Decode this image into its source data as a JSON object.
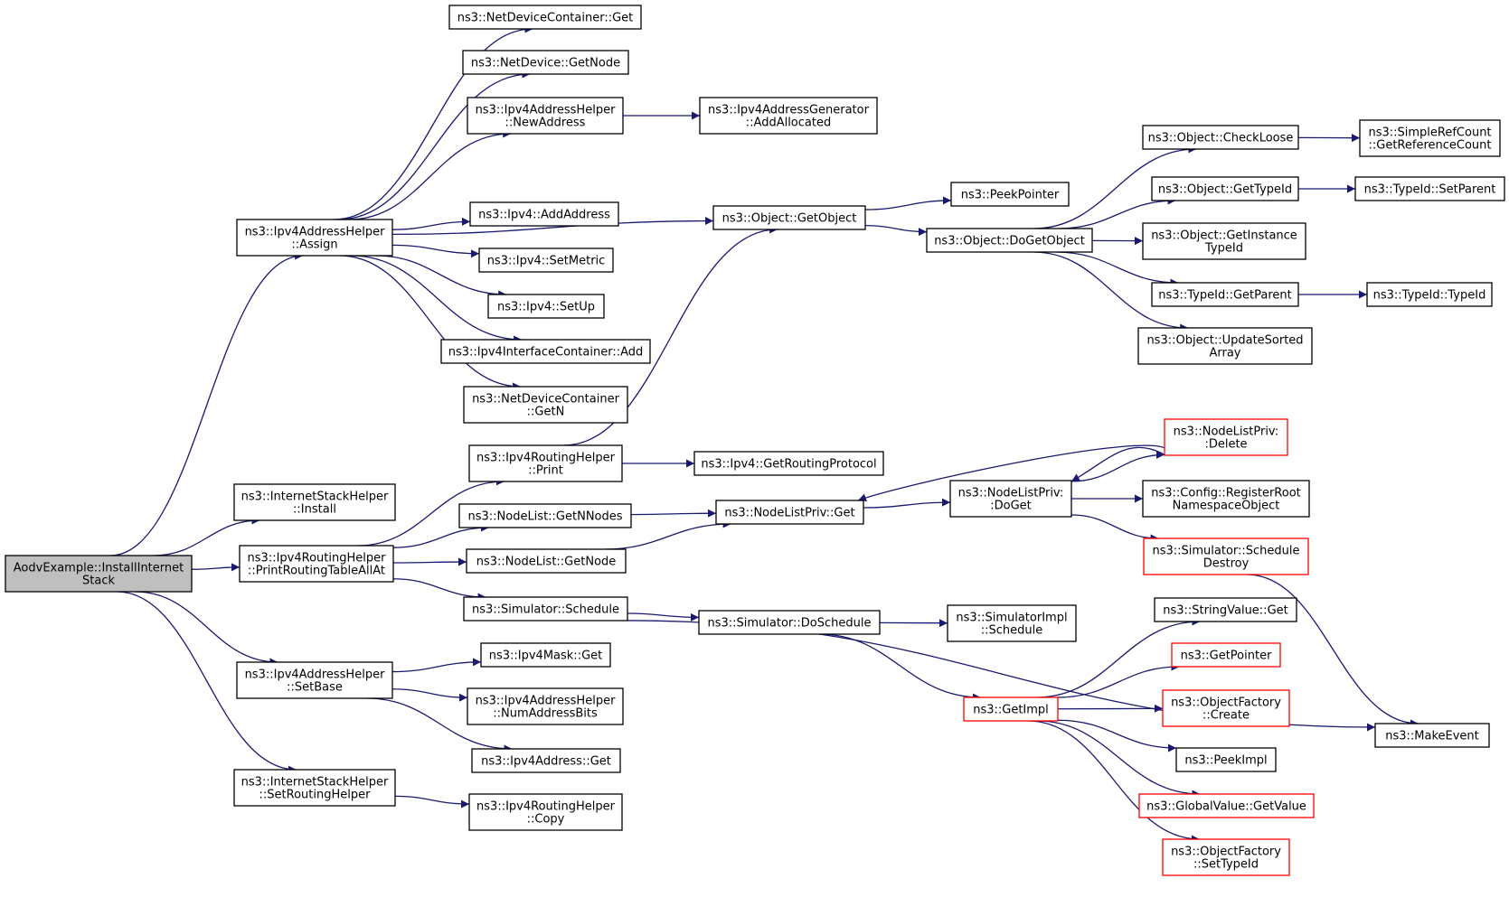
{
  "colors": {
    "edge": "#191970",
    "normal_border": "#000000",
    "highlight_border": "#ff0000",
    "root_fill": "#bfbfbf"
  },
  "nodes": [
    {
      "id": "root",
      "lines": [
        "AodvExample::InstallInternet",
        "Stack"
      ],
      "style": "root"
    },
    {
      "id": "iah_assign",
      "lines": [
        "ns3::Ipv4AddressHelper",
        "::Assign"
      ],
      "style": "normal"
    },
    {
      "id": "ish_install",
      "lines": [
        "ns3::InternetStackHelper",
        "::Install"
      ],
      "style": "normal"
    },
    {
      "id": "irh_prta",
      "lines": [
        "ns3::Ipv4RoutingHelper",
        "::PrintRoutingTableAllAt"
      ],
      "style": "normal"
    },
    {
      "id": "iah_setbase",
      "lines": [
        "ns3::Ipv4AddressHelper",
        "::SetBase"
      ],
      "style": "normal"
    },
    {
      "id": "ish_setrh",
      "lines": [
        "ns3::InternetStackHelper",
        "::SetRoutingHelper"
      ],
      "style": "normal"
    },
    {
      "id": "ndc_get",
      "lines": [
        "ns3::NetDeviceContainer::Get"
      ],
      "style": "normal"
    },
    {
      "id": "nd_getnode",
      "lines": [
        "ns3::NetDevice::GetNode"
      ],
      "style": "normal"
    },
    {
      "id": "iah_newaddr",
      "lines": [
        "ns3::Ipv4AddressHelper",
        "::NewAddress"
      ],
      "style": "normal"
    },
    {
      "id": "iag_addalloc",
      "lines": [
        "ns3::Ipv4AddressGenerator",
        "::AddAllocated"
      ],
      "style": "normal"
    },
    {
      "id": "ipv4_addaddr",
      "lines": [
        "ns3::Ipv4::AddAddress"
      ],
      "style": "normal"
    },
    {
      "id": "ipv4_setmetric",
      "lines": [
        "ns3::Ipv4::SetMetric"
      ],
      "style": "normal"
    },
    {
      "id": "ipv4_setup",
      "lines": [
        "ns3::Ipv4::SetUp"
      ],
      "style": "normal"
    },
    {
      "id": "iic_add",
      "lines": [
        "ns3::Ipv4InterfaceContainer::Add"
      ],
      "style": "normal"
    },
    {
      "id": "ndc_getn",
      "lines": [
        "ns3::NetDeviceContainer",
        "::GetN"
      ],
      "style": "normal"
    },
    {
      "id": "obj_getobject",
      "lines": [
        "ns3::Object::GetObject"
      ],
      "style": "normal"
    },
    {
      "id": "peekpointer",
      "lines": [
        "ns3::PeekPointer"
      ],
      "style": "normal"
    },
    {
      "id": "obj_dogetobject",
      "lines": [
        "ns3::Object::DoGetObject"
      ],
      "style": "normal"
    },
    {
      "id": "obj_checkloose",
      "lines": [
        "ns3::Object::CheckLoose"
      ],
      "style": "normal"
    },
    {
      "id": "src_getrefcount",
      "lines": [
        "ns3::SimpleRefCount",
        "::GetReferenceCount"
      ],
      "style": "normal"
    },
    {
      "id": "obj_gettypeid",
      "lines": [
        "ns3::Object::GetTypeId"
      ],
      "style": "normal"
    },
    {
      "id": "tid_setparent",
      "lines": [
        "ns3::TypeId::SetParent"
      ],
      "style": "normal"
    },
    {
      "id": "obj_getinsttypeid",
      "lines": [
        "ns3::Object::GetInstance",
        "TypeId"
      ],
      "style": "normal"
    },
    {
      "id": "tid_getparent",
      "lines": [
        "ns3::TypeId::GetParent"
      ],
      "style": "normal"
    },
    {
      "id": "tid_typeid",
      "lines": [
        "ns3::TypeId::TypeId"
      ],
      "style": "normal"
    },
    {
      "id": "obj_updsorted",
      "lines": [
        "ns3::Object::UpdateSorted",
        "Array"
      ],
      "style": "normal"
    },
    {
      "id": "irh_print",
      "lines": [
        "ns3::Ipv4RoutingHelper",
        "::Print"
      ],
      "style": "normal"
    },
    {
      "id": "ipv4_getrp",
      "lines": [
        "ns3::Ipv4::GetRoutingProtocol"
      ],
      "style": "normal"
    },
    {
      "id": "nl_getnnodes",
      "lines": [
        "ns3::NodeList::GetNNodes"
      ],
      "style": "normal"
    },
    {
      "id": "nl_getnode",
      "lines": [
        "ns3::NodeList::GetNode"
      ],
      "style": "normal"
    },
    {
      "id": "nlp_get",
      "lines": [
        "ns3::NodeListPriv::Get"
      ],
      "style": "normal"
    },
    {
      "id": "nlp_doget",
      "lines": [
        "ns3::NodeListPriv:",
        ":DoGet"
      ],
      "style": "normal"
    },
    {
      "id": "nlp_delete",
      "lines": [
        "ns3::NodeListPriv:",
        ":Delete"
      ],
      "style": "red"
    },
    {
      "id": "cfg_regroot",
      "lines": [
        "ns3::Config::RegisterRoot",
        "NamespaceObject"
      ],
      "style": "normal"
    },
    {
      "id": "sim_schedestroy",
      "lines": [
        "ns3::Simulator::Schedule",
        "Destroy"
      ],
      "style": "red"
    },
    {
      "id": "sim_schedule",
      "lines": [
        "ns3::Simulator::Schedule"
      ],
      "style": "normal"
    },
    {
      "id": "sim_doschedule",
      "lines": [
        "ns3::Simulator::DoSchedule"
      ],
      "style": "normal"
    },
    {
      "id": "simimpl_sched",
      "lines": [
        "ns3::SimulatorImpl",
        "::Schedule"
      ],
      "style": "normal"
    },
    {
      "id": "makeevent",
      "lines": [
        "ns3::MakeEvent"
      ],
      "style": "normal"
    },
    {
      "id": "getimpl",
      "lines": [
        "ns3::GetImpl"
      ],
      "style": "red"
    },
    {
      "id": "sv_get",
      "lines": [
        "ns3::StringValue::Get"
      ],
      "style": "normal"
    },
    {
      "id": "getpointer",
      "lines": [
        "ns3::GetPointer"
      ],
      "style": "red"
    },
    {
      "id": "of_create",
      "lines": [
        "ns3::ObjectFactory",
        "::Create"
      ],
      "style": "red"
    },
    {
      "id": "peekimpl",
      "lines": [
        "ns3::PeekImpl"
      ],
      "style": "normal"
    },
    {
      "id": "gv_getvalue",
      "lines": [
        "ns3::GlobalValue::GetValue"
      ],
      "style": "red"
    },
    {
      "id": "of_settypeid",
      "lines": [
        "ns3::ObjectFactory",
        "::SetTypeId"
      ],
      "style": "red"
    },
    {
      "id": "ipv4mask_get",
      "lines": [
        "ns3::Ipv4Mask::Get"
      ],
      "style": "normal"
    },
    {
      "id": "iah_numaddrbits",
      "lines": [
        "ns3::Ipv4AddressHelper",
        "::NumAddressBits"
      ],
      "style": "normal"
    },
    {
      "id": "ipv4addr_get",
      "lines": [
        "ns3::Ipv4Address::Get"
      ],
      "style": "normal"
    },
    {
      "id": "irh_copy",
      "lines": [
        "ns3::Ipv4RoutingHelper",
        "::Copy"
      ],
      "style": "normal"
    }
  ],
  "edges": [
    [
      "root",
      "iah_assign"
    ],
    [
      "root",
      "ish_install"
    ],
    [
      "root",
      "irh_prta"
    ],
    [
      "root",
      "iah_setbase"
    ],
    [
      "root",
      "ish_setrh"
    ],
    [
      "iah_assign",
      "ndc_get"
    ],
    [
      "iah_assign",
      "nd_getnode"
    ],
    [
      "iah_assign",
      "iah_newaddr"
    ],
    [
      "iah_assign",
      "obj_getobject"
    ],
    [
      "iah_assign",
      "ipv4_addaddr"
    ],
    [
      "iah_assign",
      "ipv4_setmetric"
    ],
    [
      "iah_assign",
      "ipv4_setup"
    ],
    [
      "iah_assign",
      "iic_add"
    ],
    [
      "iah_assign",
      "ndc_getn"
    ],
    [
      "iah_newaddr",
      "iag_addalloc"
    ],
    [
      "obj_getobject",
      "peekpointer"
    ],
    [
      "obj_getobject",
      "obj_dogetobject"
    ],
    [
      "obj_dogetobject",
      "obj_checkloose"
    ],
    [
      "obj_dogetobject",
      "obj_gettypeid"
    ],
    [
      "obj_dogetobject",
      "obj_getinsttypeid"
    ],
    [
      "obj_dogetobject",
      "tid_getparent"
    ],
    [
      "obj_dogetobject",
      "obj_updsorted"
    ],
    [
      "obj_checkloose",
      "src_getrefcount"
    ],
    [
      "obj_gettypeid",
      "tid_setparent"
    ],
    [
      "tid_getparent",
      "tid_typeid"
    ],
    [
      "irh_prta",
      "irh_print"
    ],
    [
      "irh_prta",
      "nl_getnnodes"
    ],
    [
      "irh_prta",
      "nl_getnode"
    ],
    [
      "irh_prta",
      "sim_schedule"
    ],
    [
      "irh_print",
      "obj_getobject"
    ],
    [
      "irh_print",
      "ipv4_getrp"
    ],
    [
      "nl_getnnodes",
      "nlp_get"
    ],
    [
      "nl_getnode",
      "nlp_get"
    ],
    [
      "nlp_get",
      "nlp_doget"
    ],
    [
      "nlp_doget",
      "nlp_delete"
    ],
    [
      "nlp_doget",
      "cfg_regroot"
    ],
    [
      "nlp_doget",
      "sim_schedestroy"
    ],
    [
      "nlp_delete",
      "nlp_get"
    ],
    [
      "nlp_delete",
      "nlp_doget"
    ],
    [
      "sim_schedestroy",
      "makeevent"
    ],
    [
      "sim_schedule",
      "sim_doschedule"
    ],
    [
      "sim_schedule",
      "makeevent"
    ],
    [
      "sim_doschedule",
      "simimpl_sched"
    ],
    [
      "sim_doschedule",
      "getimpl"
    ],
    [
      "getimpl",
      "sv_get"
    ],
    [
      "getimpl",
      "getpointer"
    ],
    [
      "getimpl",
      "of_create"
    ],
    [
      "getimpl",
      "peekimpl"
    ],
    [
      "getimpl",
      "gv_getvalue"
    ],
    [
      "getimpl",
      "of_settypeid"
    ],
    [
      "iah_setbase",
      "ipv4mask_get"
    ],
    [
      "iah_setbase",
      "iah_numaddrbits"
    ],
    [
      "iah_setbase",
      "ipv4addr_get"
    ],
    [
      "ish_setrh",
      "irh_copy"
    ]
  ]
}
